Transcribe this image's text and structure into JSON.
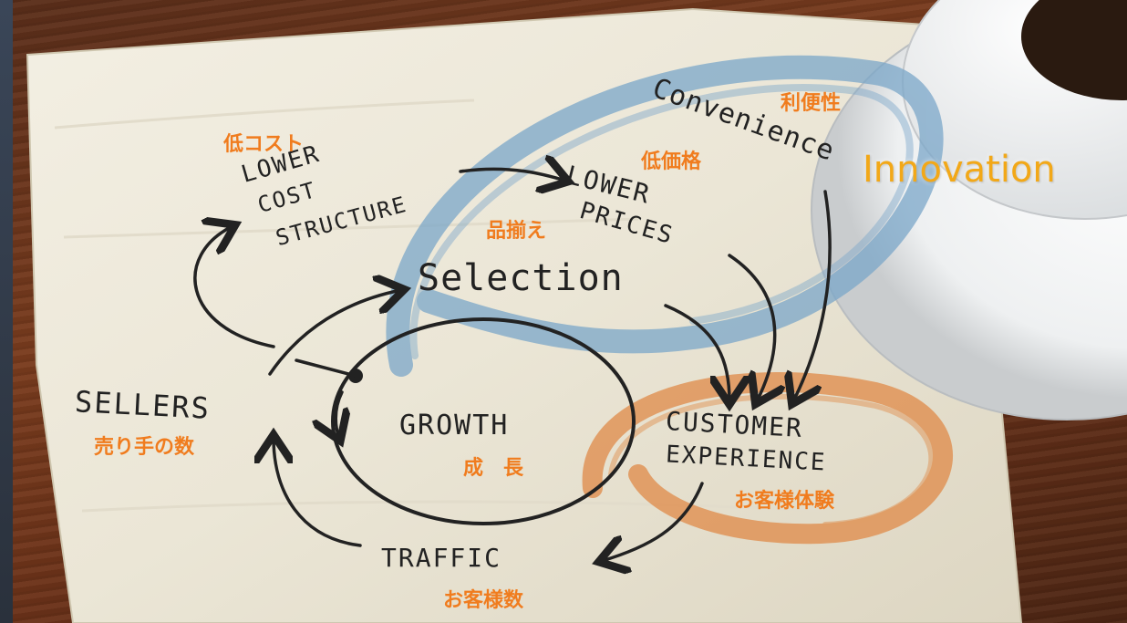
{
  "labels": {
    "lower_cost_line1": "LOWER",
    "lower_cost_line2": "COST",
    "lower_cost_line3": "STRUCTURE",
    "lower_prices_line1": "LOWER",
    "lower_prices_line2": "PRICES",
    "selection": "Selection",
    "growth": "GROWTH",
    "sellers": "SELLERS",
    "traffic": "TRAFFIC",
    "customer_line1": "CUSTOMER",
    "customer_line2": "EXPERIENCE",
    "convenience": "Convenience",
    "innovation": "Innovation"
  },
  "japanese": {
    "low_cost": "低コスト",
    "low_price": "低価格",
    "convenience": "利便性",
    "selection": "品揃え",
    "sellers": "売り手の数",
    "growth": "成　長",
    "customer": "お客様体験",
    "traffic": "お客様数"
  },
  "colors": {
    "annotation": "#f07c1e",
    "innovation": "#f2a818",
    "blue_swirl": "#7ba7c9",
    "orange_swirl": "#e08a48"
  }
}
